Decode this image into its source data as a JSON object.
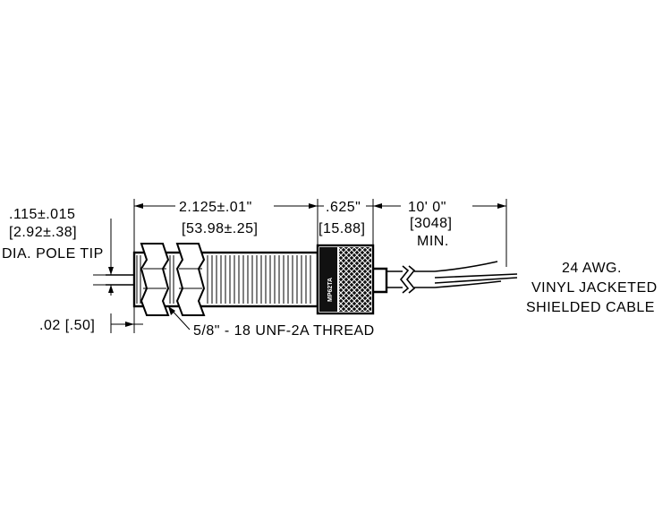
{
  "dimensions": {
    "tip_dia": ".115±.015",
    "tip_dia_mm": "[2.92±.38]",
    "tip_label": "DIA. POLE TIP",
    "body_length": "2.125±.01\"",
    "body_length_mm": "[53.98±.25]",
    "knurl_length": ".625\"",
    "knurl_length_mm": "[15.88]",
    "cable_length": "10' 0\"",
    "cable_length_mm": "[3048]",
    "cable_length_note": "MIN.",
    "tip_offset": ".02 [.50]"
  },
  "callouts": {
    "thread": "5/8\" - 18 UNF-2A THREAD",
    "cable_line1": "24 AWG.",
    "cable_line2": "VINYL JACKETED",
    "cable_line3": "SHIELDED CABLE"
  },
  "part_marking": "MP62TA"
}
